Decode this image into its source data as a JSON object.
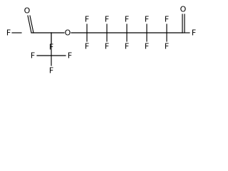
{
  "atoms": [
    {
      "id": "F_acyl1",
      "symbol": "F"
    },
    {
      "id": "O_carbonyl1",
      "symbol": "O"
    },
    {
      "id": "F_c2",
      "symbol": "F"
    },
    {
      "id": "O_ether",
      "symbol": "O"
    },
    {
      "id": "F_cf3a",
      "symbol": "F"
    },
    {
      "id": "F_cf3b",
      "symbol": "F"
    },
    {
      "id": "F_cf3c",
      "symbol": "F"
    },
    {
      "id": "F_c4a",
      "symbol": "F"
    },
    {
      "id": "F_c4b",
      "symbol": "F"
    },
    {
      "id": "F_c5a",
      "symbol": "F"
    },
    {
      "id": "F_c5b",
      "symbol": "F"
    },
    {
      "id": "F_c6a",
      "symbol": "F"
    },
    {
      "id": "F_c6b",
      "symbol": "F"
    },
    {
      "id": "F_c7a",
      "symbol": "F"
    },
    {
      "id": "F_c7b",
      "symbol": "F"
    },
    {
      "id": "F_c8a",
      "symbol": "F"
    },
    {
      "id": "F_c8b",
      "symbol": "F"
    },
    {
      "id": "O_carbonyl2",
      "symbol": "O"
    },
    {
      "id": "F_acyl2",
      "symbol": "F"
    }
  ]
}
